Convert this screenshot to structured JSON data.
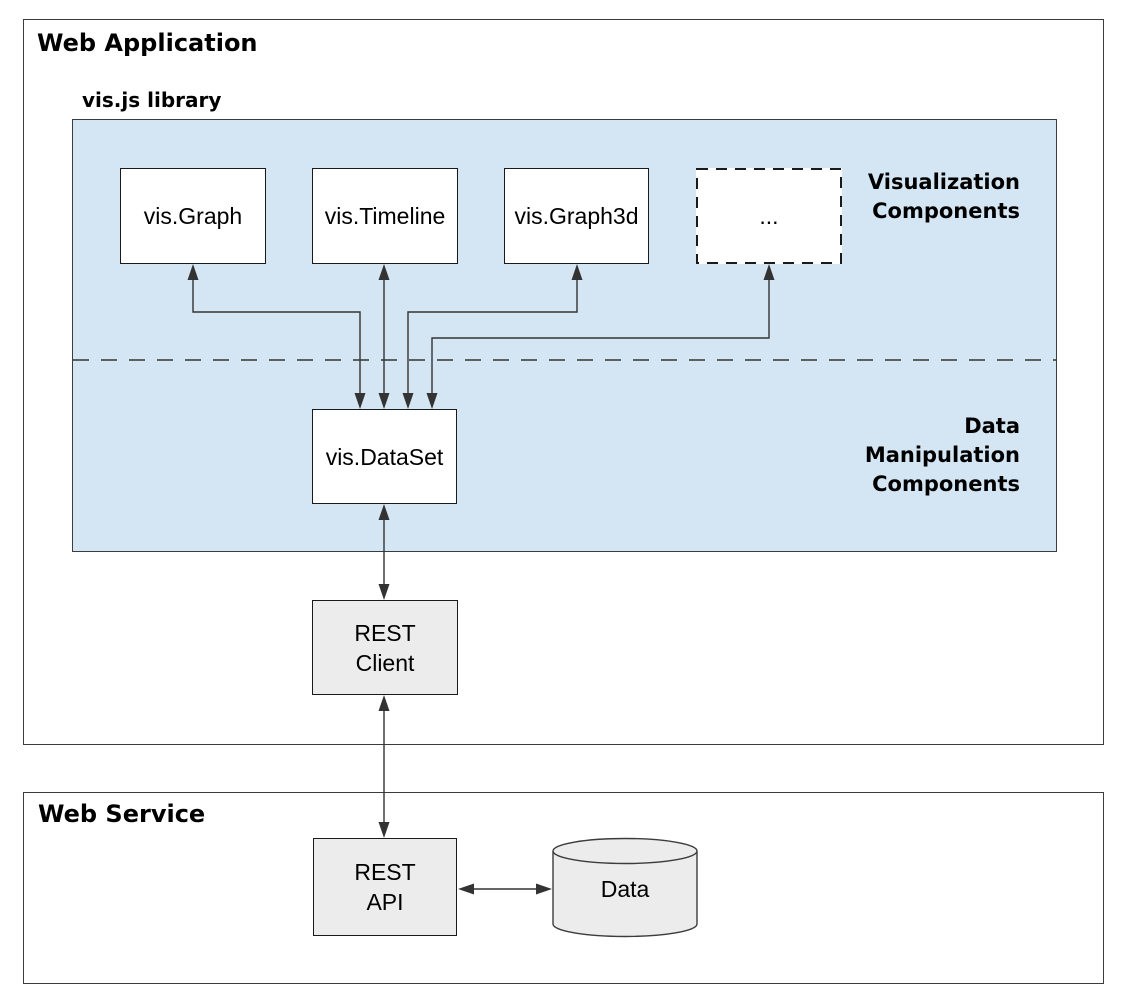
{
  "colors": {
    "library_fill": "#d4e6f3",
    "node_fill_white": "#ffffff",
    "node_fill_gray": "#ececec",
    "outline": "#3c3c3c",
    "connector": "#333333"
  },
  "web_application": {
    "title": "Web Application",
    "library": {
      "title": "vis.js library",
      "visualization_label": "Visualization\nComponents",
      "data_manipulation_label": "Data\nManipulation\nComponents",
      "components": [
        {
          "id": "vis-graph",
          "label": "vis.Graph"
        },
        {
          "id": "vis-timeline",
          "label": "vis.Timeline"
        },
        {
          "id": "vis-graph3d",
          "label": "vis.Graph3d"
        },
        {
          "id": "more-components",
          "label": "..."
        }
      ],
      "dataset": {
        "label": "vis.DataSet"
      }
    },
    "rest_client": {
      "label": "REST\nClient"
    }
  },
  "web_service": {
    "title": "Web Service",
    "rest_api": {
      "label": "REST\nAPI"
    },
    "data_store": {
      "label": "Data"
    }
  }
}
